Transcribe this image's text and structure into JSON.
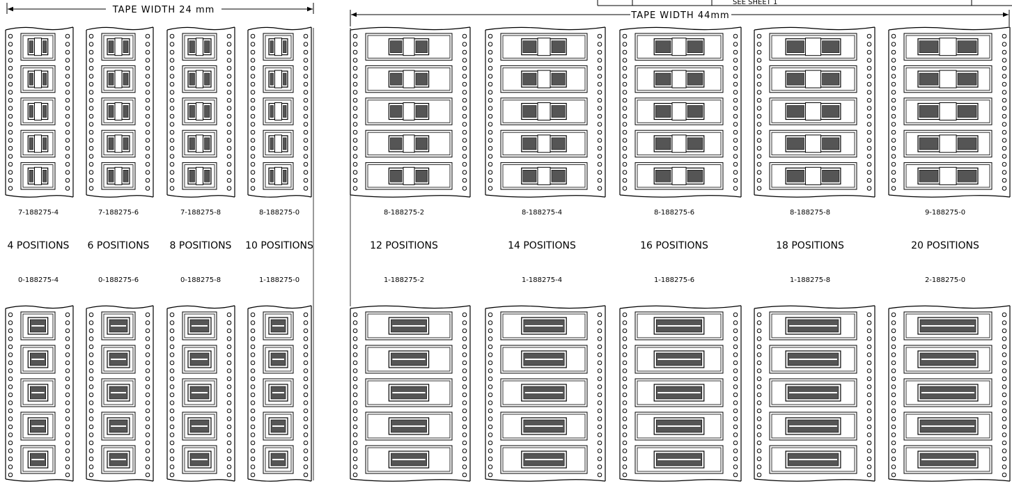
{
  "title_block_fragment": "SEE SHEET 1",
  "tape_24": {
    "label": "TAPE WIDTH 24 mm"
  },
  "tape_44": {
    "label": "TAPE WIDTH 44mm"
  },
  "columns": [
    {
      "positions": "4 POSITIONS",
      "top_part": "7-188275-4",
      "bottom_part": "0-188275-4",
      "group": "24"
    },
    {
      "positions": "6 POSITIONS",
      "top_part": "7-188275-6",
      "bottom_part": "0-188275-6",
      "group": "24"
    },
    {
      "positions": "8 POSITIONS",
      "top_part": "7-188275-8",
      "bottom_part": "0-188275-8",
      "group": "24"
    },
    {
      "positions": "10 POSITIONS",
      "top_part": "8-188275-0",
      "bottom_part": "1-188275-0",
      "group": "24"
    },
    {
      "positions": "12 POSITIONS",
      "top_part": "8-188275-2",
      "bottom_part": "1-188275-2",
      "group": "44"
    },
    {
      "positions": "14 POSITIONS",
      "top_part": "8-188275-4",
      "bottom_part": "1-188275-4",
      "group": "44"
    },
    {
      "positions": "16 POSITIONS",
      "top_part": "8-188275-6",
      "bottom_part": "1-188275-6",
      "group": "44"
    },
    {
      "positions": "18 POSITIONS",
      "top_part": "8-188275-8",
      "bottom_part": "1-188275-8",
      "group": "44"
    },
    {
      "positions": "20 POSITIONS",
      "top_part": "9-188275-0",
      "bottom_part": "2-188275-0",
      "group": "44"
    }
  ]
}
